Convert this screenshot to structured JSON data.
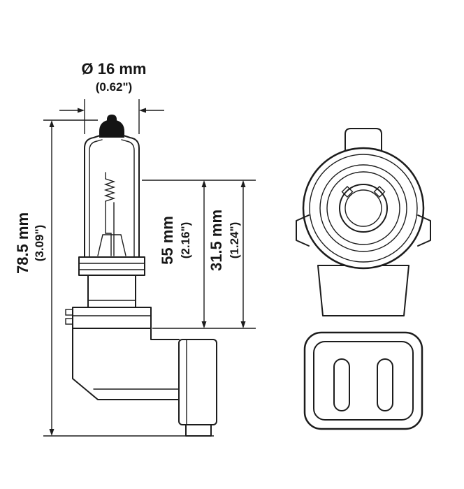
{
  "colors": {
    "background": "#ffffff",
    "line": "#1c1c1c",
    "bulb_tip_fill": "#141414"
  },
  "dimensions": {
    "diameter": {
      "metric": "Ø 16 mm",
      "imperial": "(0.62\")"
    },
    "overall_length": {
      "metric": "78.5 mm",
      "imperial": "(3.09\")"
    },
    "bulb_length": {
      "metric": "55 mm",
      "imperial": "(2.16\")"
    },
    "base_length": {
      "metric": "31.5 mm",
      "imperial": "(1.24\")"
    }
  }
}
